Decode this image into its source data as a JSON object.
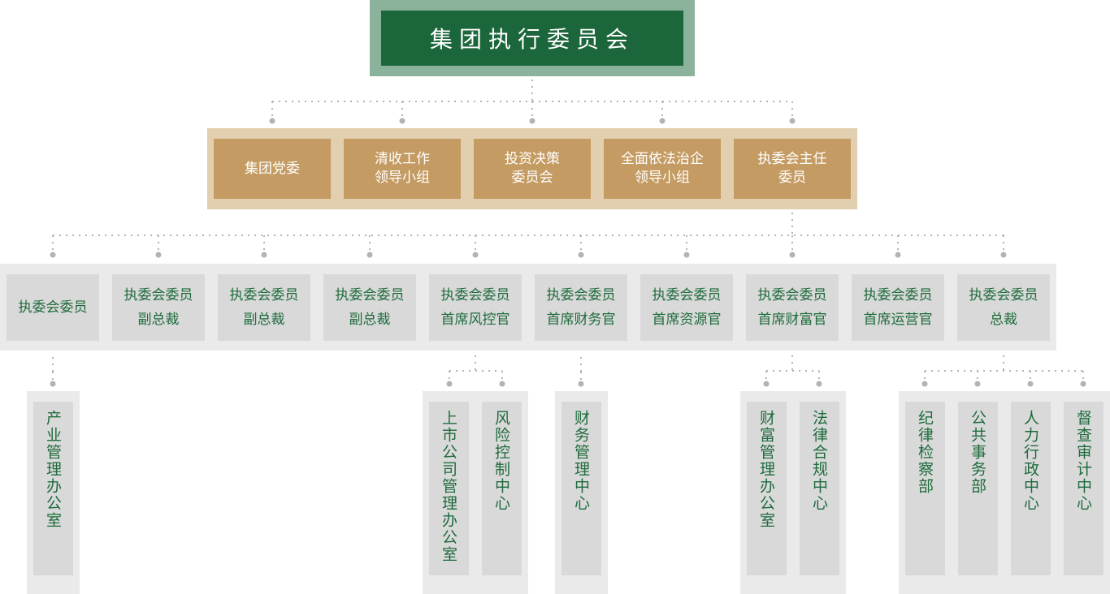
{
  "title": "集团执行委员会",
  "colors": {
    "top_outer": "#8bb39b",
    "top_inner": "#1b663a",
    "level2_band": "#e1cfb0",
    "level2_box": "#c49b62",
    "level3_band": "#eaeaea",
    "level3_box": "#d9d9d9",
    "text_green": "#1e6b3c",
    "connector": "#b3b3b3"
  },
  "level2": [
    {
      "label": "集团党委"
    },
    {
      "label": "清收工作\n领导小组"
    },
    {
      "label": "投资决策\n委员会"
    },
    {
      "label": "全面依法治企\n领导小组"
    },
    {
      "label": "执委会主任\n委员"
    }
  ],
  "level3": [
    {
      "label": "执委会委员"
    },
    {
      "label": "执委会委员\n副总裁"
    },
    {
      "label": "执委会委员\n副总裁"
    },
    {
      "label": "执委会委员\n副总裁"
    },
    {
      "label": "执委会委员\n首席风控官"
    },
    {
      "label": "执委会委员\n首席财务官"
    },
    {
      "label": "执委会委员\n首席资源官"
    },
    {
      "label": "执委会委员\n首席财富官"
    },
    {
      "label": "执委会委员\n首席运营官"
    },
    {
      "label": "执委会委员\n总裁"
    }
  ],
  "level4": [
    {
      "parent": "执委会委员",
      "departments": [
        "产业管理办公室"
      ]
    },
    {
      "parent": "执委会委员 首席风控官",
      "departments": [
        "上市公司管理办公室",
        "风险控制中心"
      ]
    },
    {
      "parent": "执委会委员 首席财务官",
      "departments": [
        "财务管理中心"
      ]
    },
    {
      "parent": "执委会委员 首席财富官",
      "departments": [
        "财富管理办公室",
        "法律合规中心"
      ]
    },
    {
      "parent": "执委会委员 总裁",
      "departments": [
        "纪律检察部",
        "公共事务部",
        "人力行政中心",
        "督查审计中心"
      ]
    }
  ]
}
